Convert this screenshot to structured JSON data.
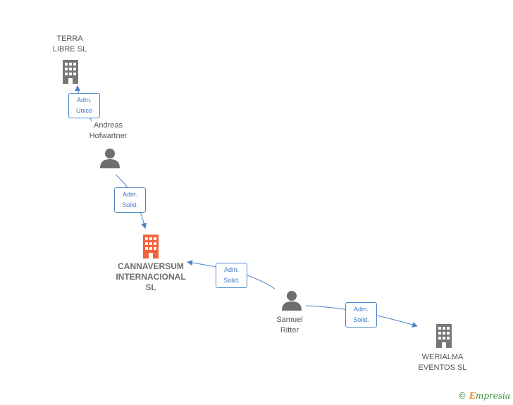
{
  "nodes": {
    "terra": {
      "label": "TERRA\nLIBRE  SL",
      "type": "company"
    },
    "andreas": {
      "label": "Andreas\nHofwartner",
      "type": "person"
    },
    "cannaversum": {
      "label": "CANNAVERSUM\nINTERNACIONAL\nSL",
      "type": "company-main"
    },
    "samuel": {
      "label": "Samuel\nRitter",
      "type": "person"
    },
    "werialma": {
      "label": "WERIALMA\nEVENTOS  SL",
      "type": "company"
    }
  },
  "edges": {
    "andreas_terra": {
      "label": "Adm.\nUnico"
    },
    "andreas_cannaversum": {
      "label": "Adm.\nSolid."
    },
    "samuel_cannaversum": {
      "label": "Adm.\nSolid."
    },
    "samuel_werialma": {
      "label": "Adm.\nSolid."
    }
  },
  "colors": {
    "company": "#777777",
    "company_main": "#f2623b",
    "person": "#6e6e6e",
    "edge": "#4a86c8"
  },
  "brand": {
    "copyright": "©",
    "initial": "E",
    "rest": "mpresia"
  }
}
